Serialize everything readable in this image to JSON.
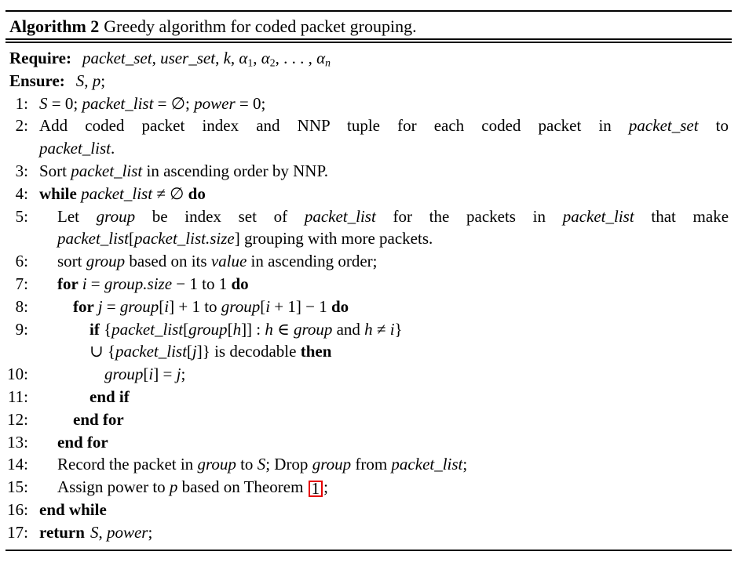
{
  "title": {
    "label": "Algorithm 2",
    "caption": "Greedy algorithm for coded packet grouping."
  },
  "colors": {
    "text": "#000000",
    "rule": "#000000",
    "ref_border": "#e60000",
    "background": "#ffffff"
  },
  "rows": [
    {
      "num": "",
      "kind": "label",
      "indent": 0,
      "justify": false,
      "segments": [
        {
          "s": "lbl",
          "t": "Require:"
        },
        {
          "s": "i",
          "t": "packet_set"
        },
        {
          "s": "n",
          "t": ", "
        },
        {
          "s": "i",
          "t": "user_set"
        },
        {
          "s": "n",
          "t": ", "
        },
        {
          "s": "i",
          "t": "k"
        },
        {
          "s": "n",
          "t": ", "
        },
        {
          "s": "i",
          "t": "α"
        },
        {
          "s": "sub",
          "t": "1"
        },
        {
          "s": "n",
          "t": ", "
        },
        {
          "s": "i",
          "t": "α"
        },
        {
          "s": "sub",
          "t": "2"
        },
        {
          "s": "n",
          "t": ", . . . , "
        },
        {
          "s": "i",
          "t": "α"
        },
        {
          "s": "subi",
          "t": "n"
        }
      ]
    },
    {
      "num": "",
      "kind": "label",
      "indent": 0,
      "justify": false,
      "segments": [
        {
          "s": "lbl",
          "t": "Ensure:"
        },
        {
          "s": "i",
          "t": "S"
        },
        {
          "s": "n",
          "t": ", "
        },
        {
          "s": "i",
          "t": "p"
        },
        {
          "s": "n",
          "t": ";"
        }
      ]
    },
    {
      "num": "1:",
      "kind": "stmt",
      "indent": 0,
      "justify": false,
      "segments": [
        {
          "s": "i",
          "t": "S"
        },
        {
          "s": "n",
          "t": " = 0; "
        },
        {
          "s": "i",
          "t": "packet_list"
        },
        {
          "s": "n",
          "t": " = ∅; "
        },
        {
          "s": "i",
          "t": "power"
        },
        {
          "s": "n",
          "t": " = 0;"
        }
      ]
    },
    {
      "num": "2:",
      "kind": "stmt",
      "indent": 0,
      "justify": true,
      "segments": [
        {
          "s": "n",
          "t": "Add coded packet index and NNP tuple for each coded packet in "
        },
        {
          "s": "i",
          "t": "packet_set"
        },
        {
          "s": "n",
          "t": " to"
        }
      ]
    },
    {
      "num": "",
      "kind": "cont",
      "indent": 0,
      "justify": false,
      "segments": [
        {
          "s": "i",
          "t": "packet_list"
        },
        {
          "s": "n",
          "t": "."
        }
      ]
    },
    {
      "num": "3:",
      "kind": "stmt",
      "indent": 0,
      "justify": false,
      "segments": [
        {
          "s": "n",
          "t": "Sort "
        },
        {
          "s": "i",
          "t": "packet_list"
        },
        {
          "s": "n",
          "t": " in ascending order by NNP."
        }
      ]
    },
    {
      "num": "4:",
      "kind": "stmt",
      "indent": 0,
      "justify": false,
      "segments": [
        {
          "s": "b",
          "t": "while "
        },
        {
          "s": "i",
          "t": "packet_list"
        },
        {
          "s": "n",
          "t": " ≠ ∅ "
        },
        {
          "s": "b",
          "t": "do"
        }
      ]
    },
    {
      "num": "5:",
      "kind": "stmt",
      "indent": 1,
      "justify": true,
      "segments": [
        {
          "s": "n",
          "t": "Let "
        },
        {
          "s": "i",
          "t": "group"
        },
        {
          "s": "n",
          "t": " be index set of "
        },
        {
          "s": "i",
          "t": "packet_list"
        },
        {
          "s": "n",
          "t": " for the packets in "
        },
        {
          "s": "i",
          "t": "packet_list"
        },
        {
          "s": "n",
          "t": " that make"
        }
      ]
    },
    {
      "num": "",
      "kind": "cont",
      "indent": 1,
      "justify": false,
      "segments": [
        {
          "s": "i",
          "t": "packet_list"
        },
        {
          "s": "n",
          "t": "["
        },
        {
          "s": "i",
          "t": "packet_list.size"
        },
        {
          "s": "n",
          "t": "] grouping with more packets."
        }
      ]
    },
    {
      "num": "6:",
      "kind": "stmt",
      "indent": 1,
      "justify": false,
      "segments": [
        {
          "s": "n",
          "t": "sort "
        },
        {
          "s": "i",
          "t": "group"
        },
        {
          "s": "n",
          "t": " based on its "
        },
        {
          "s": "i",
          "t": "value"
        },
        {
          "s": "n",
          "t": " in ascending order;"
        }
      ]
    },
    {
      "num": "7:",
      "kind": "stmt",
      "indent": 1,
      "justify": false,
      "segments": [
        {
          "s": "b",
          "t": "for "
        },
        {
          "s": "i",
          "t": "i"
        },
        {
          "s": "n",
          "t": " = "
        },
        {
          "s": "i",
          "t": "group.size"
        },
        {
          "s": "n",
          "t": " − 1 to 1 "
        },
        {
          "s": "b",
          "t": "do"
        }
      ]
    },
    {
      "num": "8:",
      "kind": "stmt",
      "indent": 2,
      "justify": false,
      "segments": [
        {
          "s": "b",
          "t": "for "
        },
        {
          "s": "i",
          "t": "j"
        },
        {
          "s": "n",
          "t": " = "
        },
        {
          "s": "i",
          "t": "group"
        },
        {
          "s": "n",
          "t": "["
        },
        {
          "s": "i",
          "t": "i"
        },
        {
          "s": "n",
          "t": "] + 1 to "
        },
        {
          "s": "i",
          "t": "group"
        },
        {
          "s": "n",
          "t": "["
        },
        {
          "s": "i",
          "t": "i"
        },
        {
          "s": "n",
          "t": " + 1] − 1 "
        },
        {
          "s": "b",
          "t": "do"
        }
      ]
    },
    {
      "num": "9:",
      "kind": "stmt",
      "indent": 3,
      "justify": false,
      "segments": [
        {
          "s": "b",
          "t": "if "
        },
        {
          "s": "n",
          "t": "{"
        },
        {
          "s": "i",
          "t": "packet_list"
        },
        {
          "s": "n",
          "t": "["
        },
        {
          "s": "i",
          "t": "group"
        },
        {
          "s": "n",
          "t": "["
        },
        {
          "s": "i",
          "t": "h"
        },
        {
          "s": "n",
          "t": "]] : "
        },
        {
          "s": "i",
          "t": "h"
        },
        {
          "s": "n",
          "t": " ∈ "
        },
        {
          "s": "i",
          "t": "group"
        },
        {
          "s": "n",
          "t": " and "
        },
        {
          "s": "i",
          "t": "h"
        },
        {
          "s": "n",
          "t": " ≠ "
        },
        {
          "s": "i",
          "t": "i"
        },
        {
          "s": "n",
          "t": "}"
        }
      ]
    },
    {
      "num": "",
      "kind": "cont",
      "indent": 3,
      "justify": false,
      "segments": [
        {
          "s": "n",
          "t": "∪ {"
        },
        {
          "s": "i",
          "t": "packet_list"
        },
        {
          "s": "n",
          "t": "["
        },
        {
          "s": "i",
          "t": "j"
        },
        {
          "s": "n",
          "t": "]} is decodable "
        },
        {
          "s": "b",
          "t": "then"
        }
      ]
    },
    {
      "num": "10:",
      "kind": "stmt",
      "indent": 4,
      "justify": false,
      "segments": [
        {
          "s": "i",
          "t": "group"
        },
        {
          "s": "n",
          "t": "["
        },
        {
          "s": "i",
          "t": "i"
        },
        {
          "s": "n",
          "t": "] = "
        },
        {
          "s": "i",
          "t": "j"
        },
        {
          "s": "n",
          "t": ";"
        }
      ]
    },
    {
      "num": "11:",
      "kind": "stmt",
      "indent": 3,
      "justify": false,
      "segments": [
        {
          "s": "b",
          "t": "end if"
        }
      ]
    },
    {
      "num": "12:",
      "kind": "stmt",
      "indent": 2,
      "justify": false,
      "segments": [
        {
          "s": "b",
          "t": "end for"
        }
      ]
    },
    {
      "num": "13:",
      "kind": "stmt",
      "indent": 1,
      "justify": false,
      "segments": [
        {
          "s": "b",
          "t": "end for"
        }
      ]
    },
    {
      "num": "14:",
      "kind": "stmt",
      "indent": 1,
      "justify": false,
      "segments": [
        {
          "s": "n",
          "t": "Record the packet in "
        },
        {
          "s": "i",
          "t": "group"
        },
        {
          "s": "n",
          "t": " to "
        },
        {
          "s": "i",
          "t": "S"
        },
        {
          "s": "n",
          "t": "; Drop "
        },
        {
          "s": "i",
          "t": "group"
        },
        {
          "s": "n",
          "t": " from "
        },
        {
          "s": "i",
          "t": "packet_list"
        },
        {
          "s": "n",
          "t": ";"
        }
      ]
    },
    {
      "num": "15:",
      "kind": "stmt",
      "indent": 1,
      "justify": false,
      "segments": [
        {
          "s": "n",
          "t": "Assign power to "
        },
        {
          "s": "i",
          "t": "p"
        },
        {
          "s": "n",
          "t": " based on Theorem "
        },
        {
          "s": "ref",
          "t": "1"
        },
        {
          "s": "n",
          "t": ";"
        }
      ]
    },
    {
      "num": "16:",
      "kind": "stmt",
      "indent": 0,
      "justify": false,
      "segments": [
        {
          "s": "b",
          "t": "end while"
        }
      ]
    },
    {
      "num": "17:",
      "kind": "stmt",
      "indent": 0,
      "justify": false,
      "segments": [
        {
          "s": "ret",
          "t": "return"
        },
        {
          "s": "i",
          "t": "S"
        },
        {
          "s": "n",
          "t": ", "
        },
        {
          "s": "i",
          "t": "power"
        },
        {
          "s": "n",
          "t": ";"
        }
      ]
    }
  ]
}
